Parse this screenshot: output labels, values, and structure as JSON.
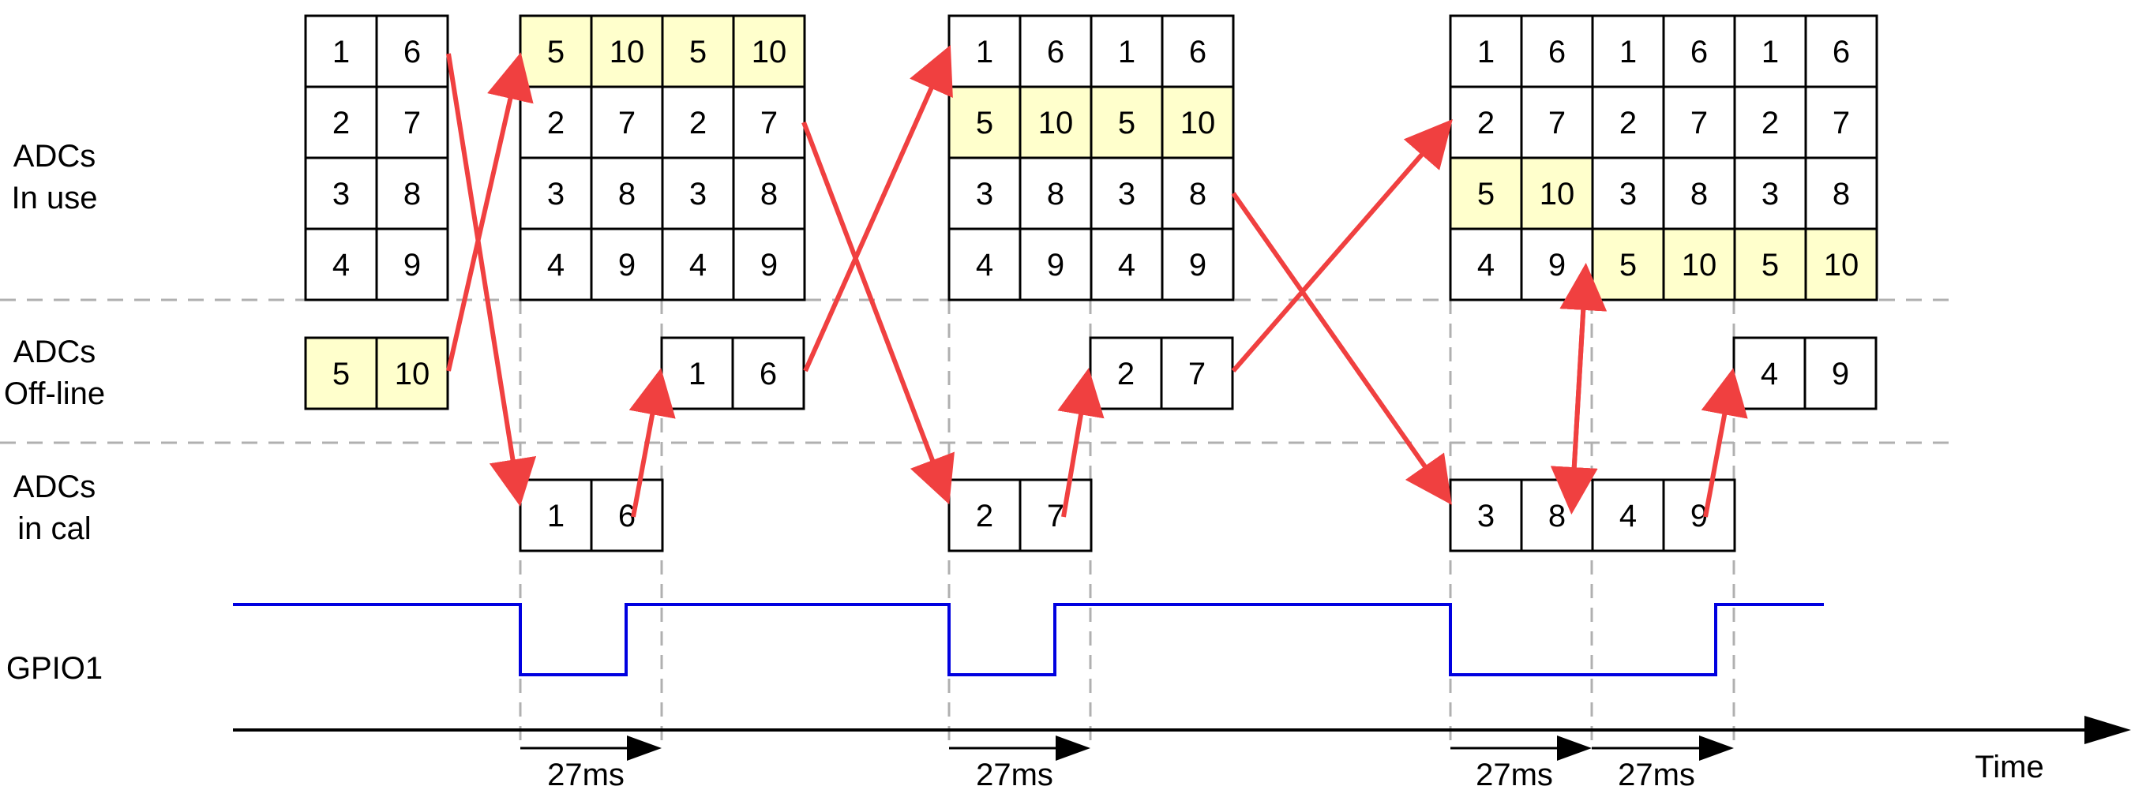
{
  "rows": {
    "in_use": [
      "ADCs",
      "In use"
    ],
    "off_line": [
      "ADCs",
      "Off-line"
    ],
    "in_cal": [
      "ADCs",
      "in cal"
    ],
    "gpio": "GPIO1"
  },
  "time_label": "Time",
  "duration_labels": [
    "27ms",
    "27ms",
    "27ms",
    "27ms"
  ],
  "colors": {
    "highlight": "#ffffcc",
    "arrow": "#f04040",
    "signal": "#0000e0",
    "grid": "#b0b0b0",
    "border": "#000000"
  },
  "grids": {
    "in_use": [
      [
        [
          "1",
          "6"
        ],
        [
          "2",
          "7"
        ],
        [
          "3",
          "8"
        ],
        [
          "4",
          "9"
        ]
      ],
      [
        [
          "5",
          "10",
          "5",
          "10"
        ],
        [
          "2",
          "7",
          "2",
          "7"
        ],
        [
          "3",
          "8",
          "3",
          "8"
        ],
        [
          "4",
          "9",
          "4",
          "9"
        ]
      ],
      [
        [
          "1",
          "6",
          "1",
          "6"
        ],
        [
          "5",
          "10",
          "5",
          "10"
        ],
        [
          "3",
          "8",
          "3",
          "8"
        ],
        [
          "4",
          "9",
          "4",
          "9"
        ]
      ],
      [
        [
          "1",
          "6",
          "1",
          "6",
          "1",
          "6"
        ],
        [
          "2",
          "7",
          "2",
          "7",
          "2",
          "7"
        ],
        [
          "5",
          "10",
          "3",
          "8",
          "3",
          "8"
        ],
        [
          "4",
          "9",
          "5",
          "10",
          "5",
          "10"
        ]
      ]
    ],
    "off_line": [
      [
        [
          "5",
          "10"
        ]
      ],
      [
        [
          "1",
          "6"
        ]
      ],
      [
        [
          "2",
          "7"
        ]
      ],
      [
        [
          "4",
          "9"
        ]
      ]
    ],
    "in_cal": [
      [
        [
          "1",
          "6"
        ]
      ],
      [
        [
          "2",
          "7"
        ]
      ],
      [
        [
          "3",
          "8",
          "4",
          "9"
        ]
      ]
    ]
  }
}
